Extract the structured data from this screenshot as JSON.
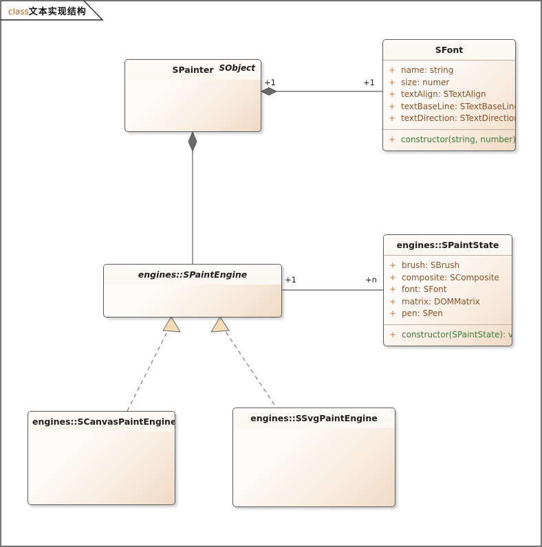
{
  "frame": {
    "keyword": "class",
    "title": "文本实现结构"
  },
  "classes": {
    "spainter": {
      "name": "SPainter",
      "stereotype": "SObject",
      "abstract": false,
      "attributes": [],
      "methods": []
    },
    "sfont": {
      "name": "SFont",
      "abstract": false,
      "attributes": [
        {
          "visibility": "+",
          "text": "name: string"
        },
        {
          "visibility": "+",
          "text": "size: numer"
        },
        {
          "visibility": "+",
          "text": "textAlign: STextAlign"
        },
        {
          "visibility": "+",
          "text": "textBaseLine: STextBaseLine"
        },
        {
          "visibility": "+",
          "text": "textDirection: STextDirection"
        }
      ],
      "methods": [
        {
          "visibility": "+",
          "text": "constructor(string, number): void"
        }
      ]
    },
    "spaintengine": {
      "name": "engines::SPaintEngine",
      "abstract": true,
      "attributes": [],
      "methods": []
    },
    "spaintstate": {
      "name": "engines::SPaintState",
      "abstract": false,
      "attributes": [
        {
          "visibility": "+",
          "text": "brush: SBrush"
        },
        {
          "visibility": "+",
          "text": "composite: SComposite"
        },
        {
          "visibility": "+",
          "text": "font: SFont"
        },
        {
          "visibility": "+",
          "text": "matrix: DOMMatrix"
        },
        {
          "visibility": "+",
          "text": "pen: SPen"
        }
      ],
      "methods": [
        {
          "visibility": "+",
          "text": "constructor(SPaintState): void"
        }
      ]
    },
    "scanvaspaintengine": {
      "name": "engines::SCanvasPaintEngine",
      "abstract": false,
      "attributes": [],
      "methods": []
    },
    "ssvgpaintengine": {
      "name": "engines::SSvgPaintEngine",
      "abstract": false,
      "attributes": [],
      "methods": []
    }
  },
  "connectors": [
    {
      "id": "spainter-sfont",
      "type": "composition",
      "source": "SPainter",
      "target": "SFont",
      "source_multiplicity": "+1",
      "target_multiplicity": "+1"
    },
    {
      "id": "spainter-spaintengine",
      "type": "composition",
      "source": "SPainter",
      "target": "engines::SPaintEngine",
      "source_multiplicity": "",
      "target_multiplicity": ""
    },
    {
      "id": "spaintengine-spaintstate",
      "type": "composition",
      "source": "engines::SPaintEngine",
      "target": "engines::SPaintState",
      "source_multiplicity": "+1",
      "target_multiplicity": "+n"
    },
    {
      "id": "scanvas-realizes-spaintengine",
      "type": "realization",
      "source": "engines::SCanvasPaintEngine",
      "target": "engines::SPaintEngine",
      "source_multiplicity": "",
      "target_multiplicity": ""
    },
    {
      "id": "ssvg-realizes-spaintengine",
      "type": "realization",
      "source": "engines::SSvgPaintEngine",
      "target": "engines::SPaintEngine",
      "source_multiplicity": "",
      "target_multiplicity": ""
    }
  ],
  "multiplicity_labels": {
    "spainter_right": "+1",
    "sfont_left": "+1",
    "spaintengine_right": "+1",
    "spaintstate_left": "+n"
  },
  "colors": {
    "box_border": "#5a5a5a",
    "box_fill_light": "#fdfaf7",
    "box_fill_dark": "#efd9c3",
    "attribute_text": "#8a5025",
    "method_text": "#3b7a3b",
    "visibility_marker": "#c8793a",
    "connector_line": "#5a5a5a",
    "realization_arrow_fill": "#f5dcb4",
    "keyword_text": "#b5651d",
    "multiplicity_plus": "#3d4f8a"
  }
}
